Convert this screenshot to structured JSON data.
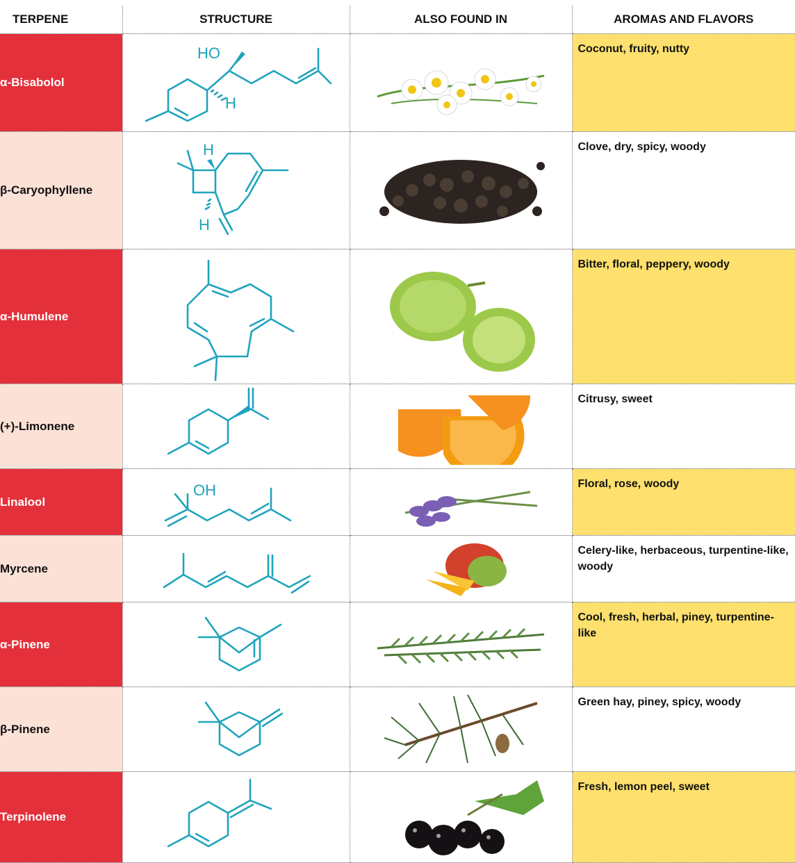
{
  "headers": {
    "terpene": "TERPENE",
    "structure": "STRUCTURE",
    "also_found_in": "ALSO FOUND IN",
    "aromas": "AROMAS AND FLAVORS"
  },
  "rows": [
    {
      "name": "α-Bisabolol",
      "aroma": "Coconut, fruity, nutty",
      "source_icon": "chamomile-flowers-icon",
      "structure_labels": [
        "HO",
        "H"
      ]
    },
    {
      "name": "β-Caryophyllene",
      "aroma": "Clove, dry, spicy, woody",
      "source_icon": "black-peppercorns-icon",
      "structure_labels": [
        "H",
        "H"
      ]
    },
    {
      "name": "α-Humulene",
      "aroma": "Bitter, floral, peppery, woody",
      "source_icon": "hops-cones-icon",
      "structure_labels": []
    },
    {
      "name": "(+)-Limonene",
      "aroma": "Citrusy, sweet",
      "source_icon": "orange-slices-icon",
      "structure_labels": []
    },
    {
      "name": "Linalool",
      "aroma": "Floral, rose, woody",
      "source_icon": "lavender-rosemary-icon",
      "structure_labels": [
        "OH"
      ]
    },
    {
      "name": "Myrcene",
      "aroma": "Celery-like, herbaceous, turpentine-like, woody",
      "source_icon": "mango-icon",
      "structure_labels": []
    },
    {
      "name": "α-Pinene",
      "aroma": "Cool, fresh, herbal, piney, turpentine-like",
      "source_icon": "rosemary-sprigs-icon",
      "structure_labels": []
    },
    {
      "name": "β-Pinene",
      "aroma": "Green hay, piney, spicy, woody",
      "source_icon": "pine-branch-icon",
      "structure_labels": []
    },
    {
      "name": "Terpinolene",
      "aroma": "Fresh, lemon peel, sweet",
      "source_icon": "blackcurrant-icon",
      "structure_labels": []
    }
  ],
  "colors": {
    "name_dark": "#e4303a",
    "name_light": "#fbe1d6",
    "aroma_highlight": "#fde06d",
    "structure_stroke": "#1fa3bd"
  }
}
